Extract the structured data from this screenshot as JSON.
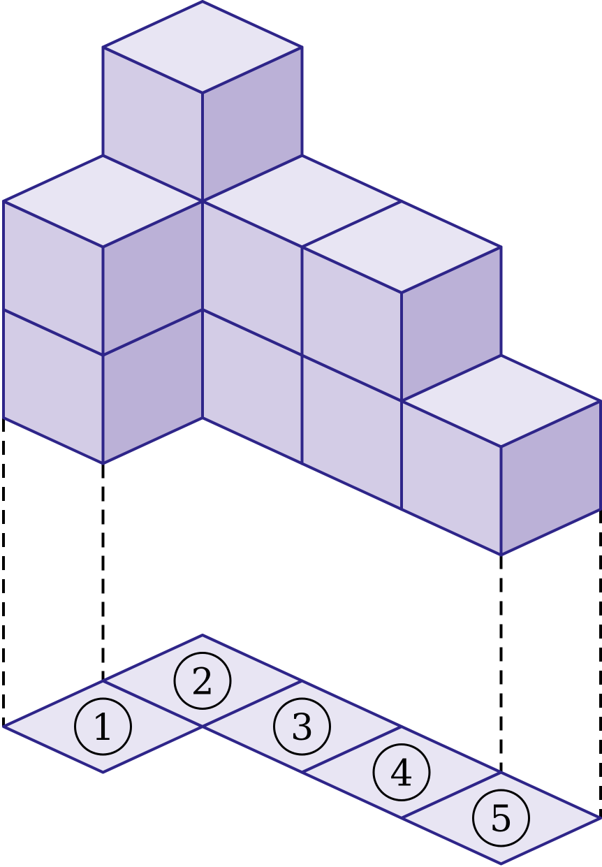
{
  "colors": {
    "edge": "#2e2589",
    "top": "#e8e5f3",
    "left": "#d3cce6",
    "right": "#bbb1d7",
    "projection": "#000000",
    "base": "#e8e5f3"
  },
  "cubes": [
    {
      "i": 0,
      "j": 0,
      "k": 0
    },
    {
      "i": 0,
      "j": 0,
      "k": 1
    },
    {
      "i": 0,
      "j": 1,
      "k": 0
    },
    {
      "i": 0,
      "j": 1,
      "k": 1
    },
    {
      "i": 0,
      "j": 1,
      "k": 2
    },
    {
      "i": 1,
      "j": 1,
      "k": 0
    },
    {
      "i": 1,
      "j": 1,
      "k": 1
    },
    {
      "i": 2,
      "j": 1,
      "k": 0
    },
    {
      "i": 2,
      "j": 1,
      "k": 1
    },
    {
      "i": 3,
      "j": 1,
      "k": 0
    }
  ],
  "base_cells": [
    {
      "i": 0,
      "j": 0,
      "label": "1"
    },
    {
      "i": 0,
      "j": 1,
      "label": "2"
    },
    {
      "i": 1,
      "j": 1,
      "label": "3"
    },
    {
      "i": 2,
      "j": 1,
      "label": "4"
    },
    {
      "i": 3,
      "j": 1,
      "label": "5"
    }
  ]
}
